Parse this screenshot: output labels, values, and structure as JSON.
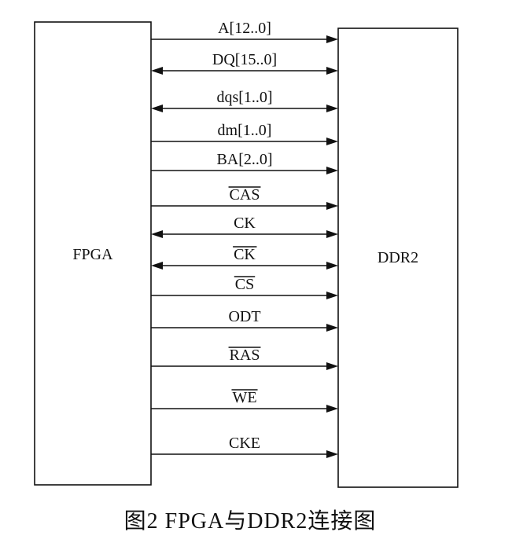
{
  "fpga": {
    "label": "FPGA"
  },
  "ddr2": {
    "label": "DDR2"
  },
  "caption": "图2 FPGA与DDR2连接图",
  "signals": [
    {
      "label": "A[12..0]",
      "direction": "right",
      "overbar": false
    },
    {
      "label": "DQ[15..0]",
      "direction": "both",
      "overbar": false
    },
    {
      "label": "dqs[1..0]",
      "direction": "both",
      "overbar": false
    },
    {
      "label": "dm[1..0]",
      "direction": "right",
      "overbar": false
    },
    {
      "label": "BA[2..0]",
      "direction": "right",
      "overbar": false
    },
    {
      "label": "CAS",
      "direction": "right",
      "overbar": true
    },
    {
      "label": "CK",
      "direction": "both",
      "overbar": false
    },
    {
      "label": "CK",
      "direction": "both",
      "overbar": true
    },
    {
      "label": "CS",
      "direction": "right",
      "overbar": true
    },
    {
      "label": "ODT",
      "direction": "right",
      "overbar": false
    },
    {
      "label": "RAS",
      "direction": "right",
      "overbar": true
    },
    {
      "label": "WE",
      "direction": "right",
      "overbar": true
    },
    {
      "label": "CKE",
      "direction": "right",
      "overbar": false
    }
  ]
}
